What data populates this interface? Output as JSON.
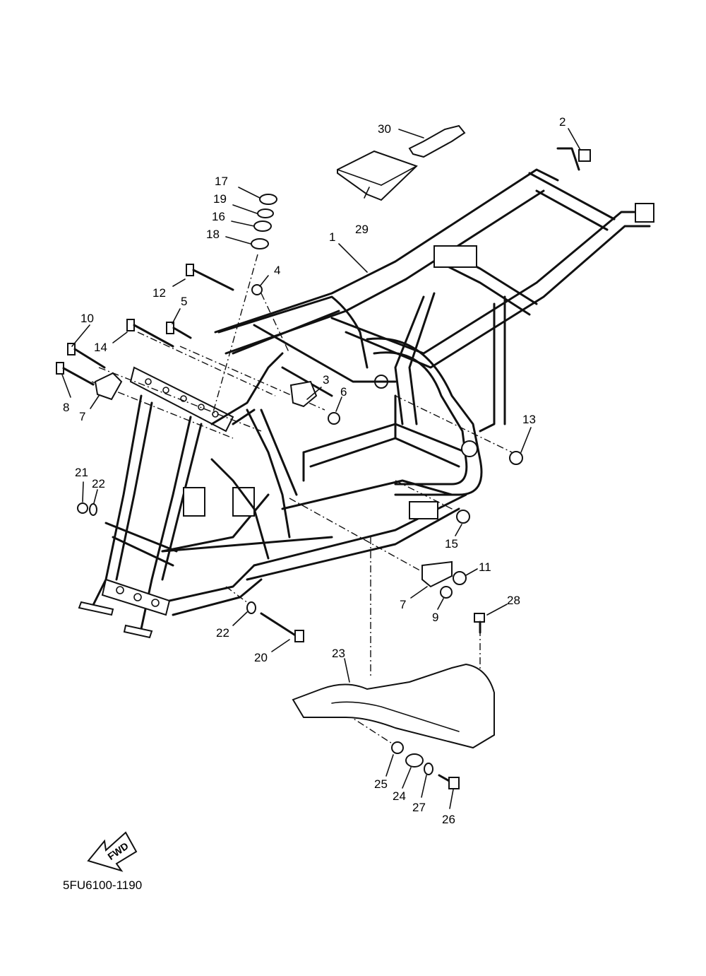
{
  "diagram": {
    "part_code": "5FU6100-1190",
    "fwd_label": "FWD",
    "callouts": {
      "c1": "1",
      "c2": "2",
      "c3": "3",
      "c4": "4",
      "c5": "5",
      "c6": "6",
      "c7a": "7",
      "c7b": "7",
      "c8": "8",
      "c9": "9",
      "c10": "10",
      "c11": "11",
      "c12": "12",
      "c13": "13",
      "c14": "14",
      "c15": "15",
      "c16": "16",
      "c17": "17",
      "c18": "18",
      "c19": "19",
      "c20": "20",
      "c21": "21",
      "c22a": "22",
      "c22b": "22",
      "c23": "23",
      "c24": "24",
      "c25": "25",
      "c26": "26",
      "c27": "27",
      "c28": "28",
      "c29": "29",
      "c30": "30"
    }
  }
}
